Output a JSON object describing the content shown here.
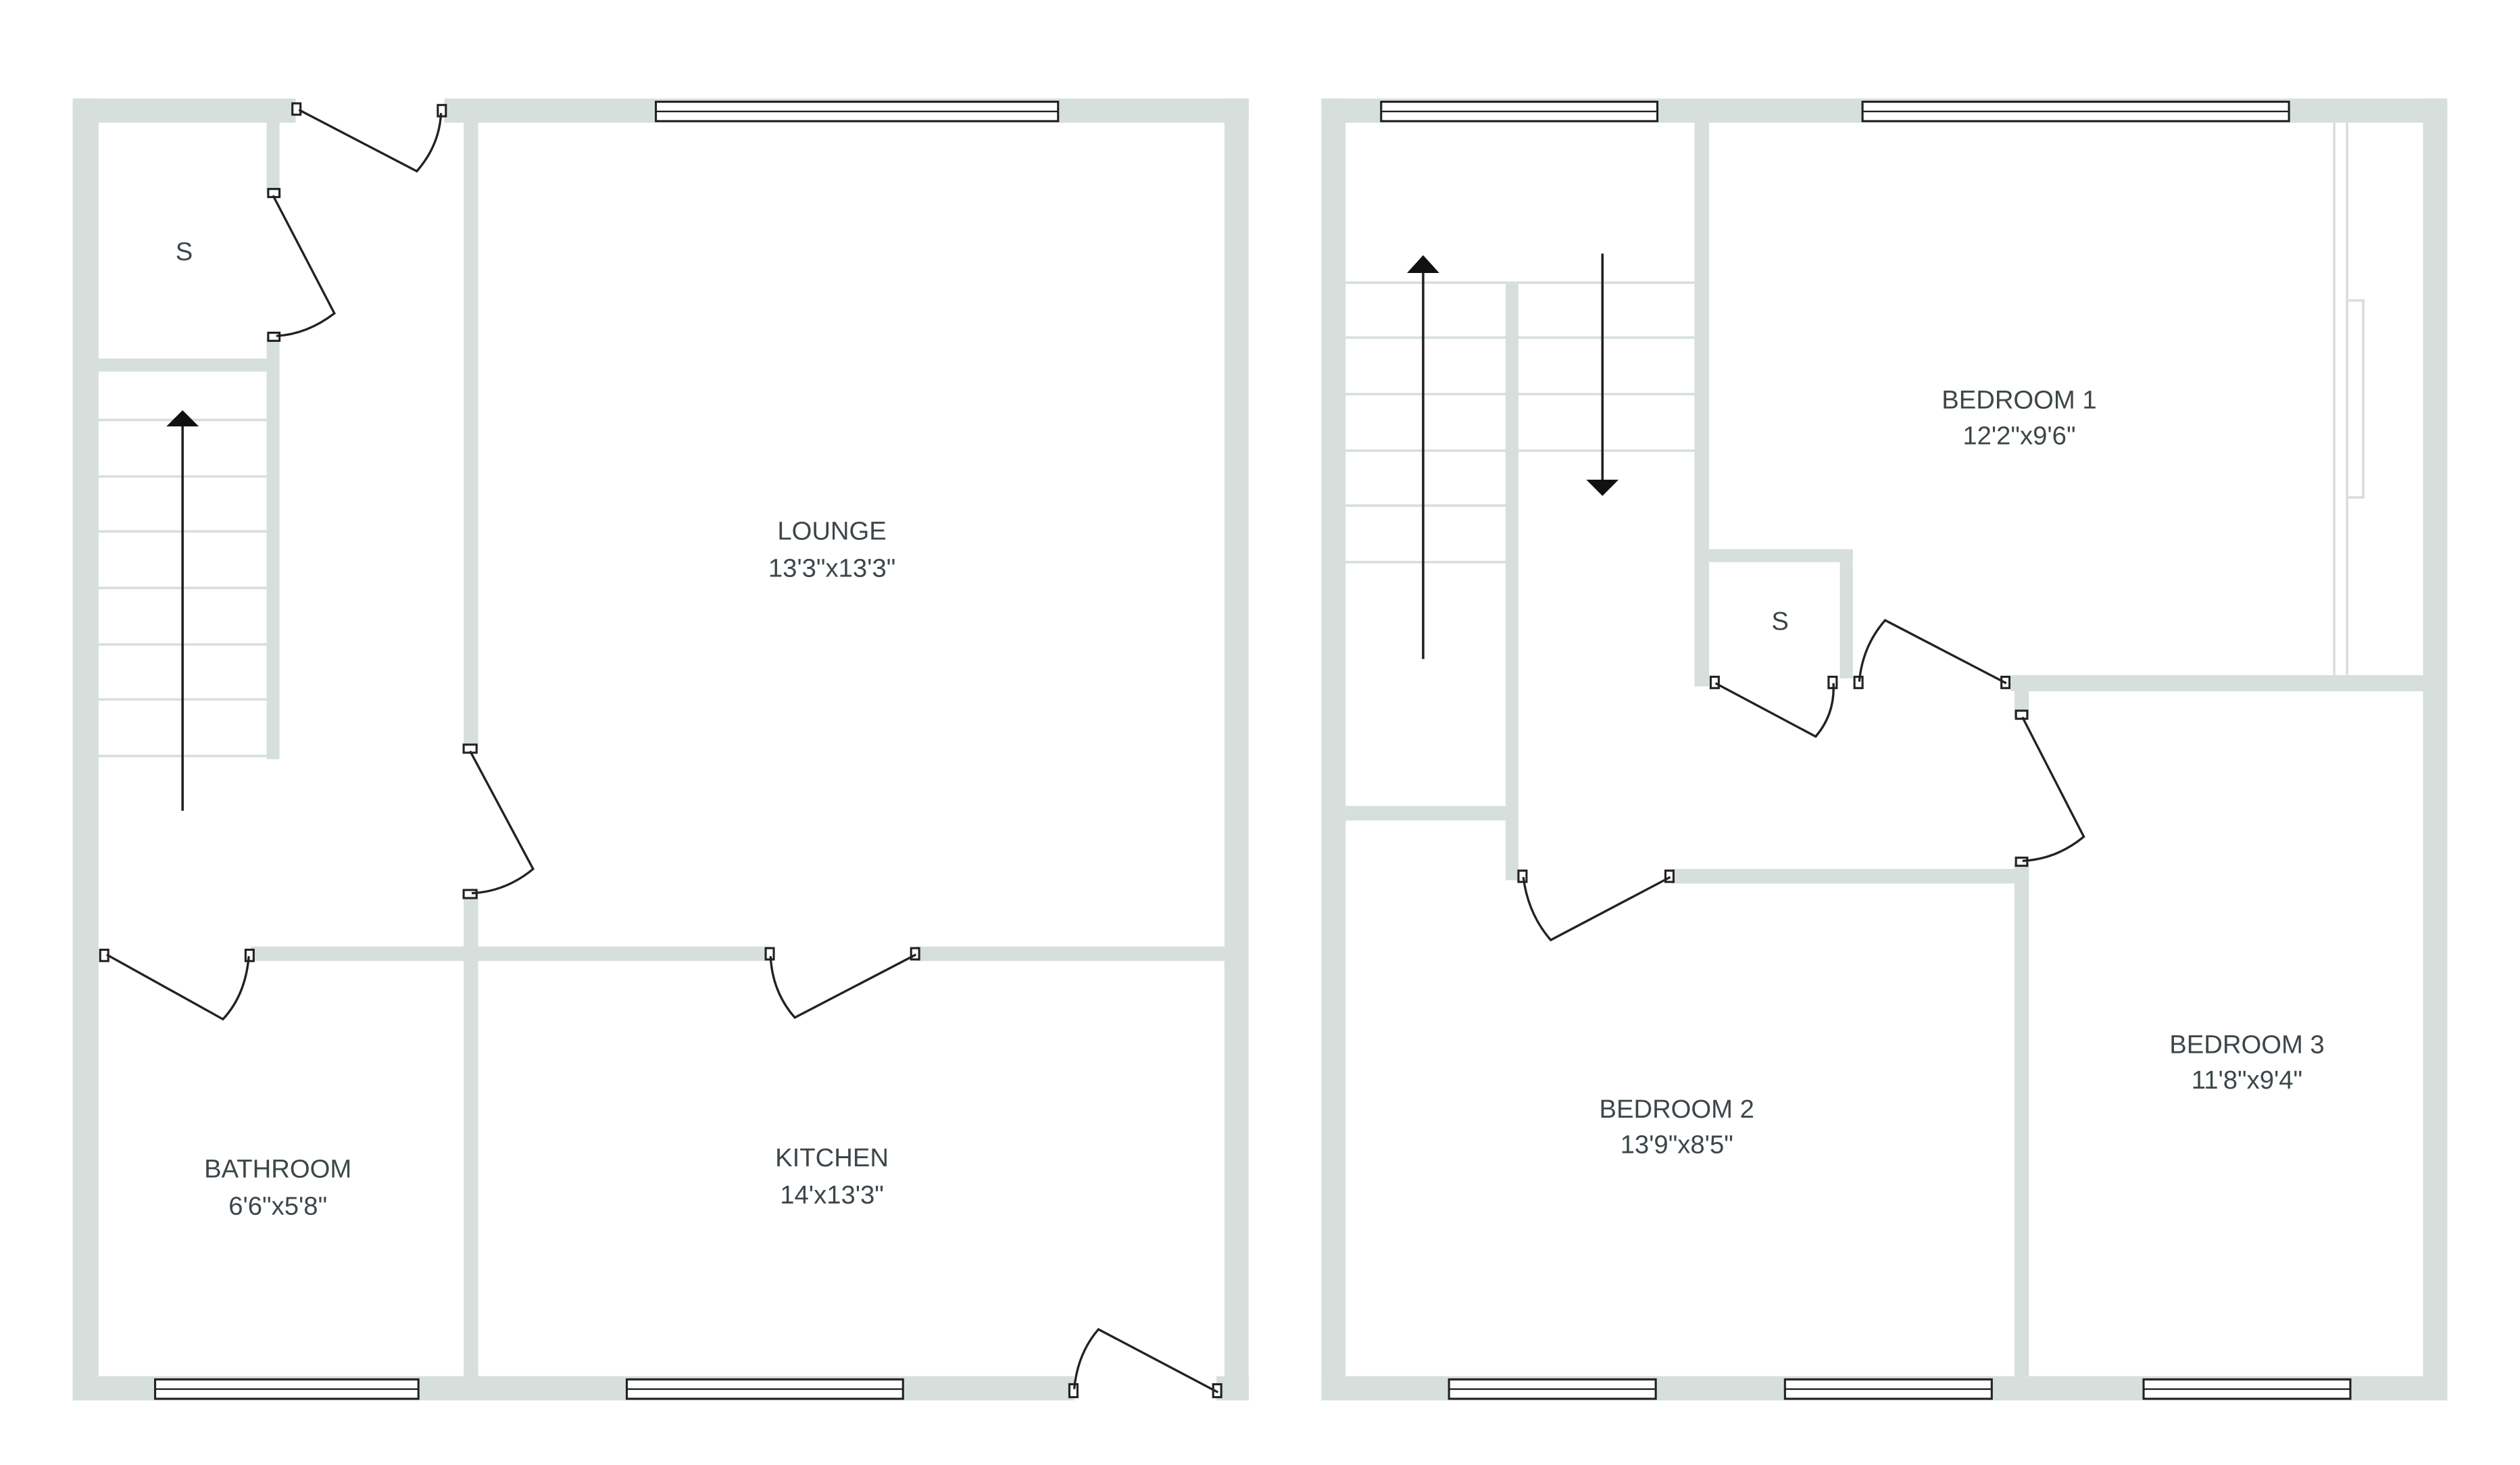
{
  "ground_floor": {
    "rooms": [
      {
        "name": "LOUNGE",
        "size": "13'3\"x13'3\""
      },
      {
        "name": "KITCHEN",
        "size": "14'x13'3\""
      },
      {
        "name": "BATHROOM",
        "size": "6'6\"x5'8\""
      }
    ],
    "storage_label": "S"
  },
  "first_floor": {
    "rooms": [
      {
        "name": "BEDROOM 1",
        "size": "12'2\"x9'6\""
      },
      {
        "name": "BEDROOM 2",
        "size": "13'9\"x8'5\""
      },
      {
        "name": "BEDROOM 3",
        "size": "11'8\"x9'4\""
      }
    ],
    "storage_label": "S"
  },
  "colors": {
    "wall": "#d6dfdc",
    "text": "#3d4649"
  }
}
